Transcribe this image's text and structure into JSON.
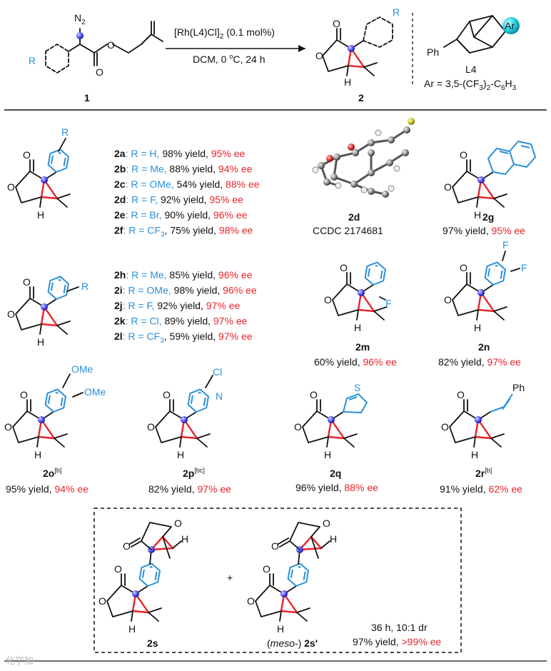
{
  "colors": {
    "accent_blue": "#2b8fd8",
    "ee_red": "#e8242a",
    "atom_sphere": "#3b3bff"
  },
  "reaction": {
    "reagent_label": "1",
    "reagent_n2": "N",
    "reagent_n2_sub": "2",
    "reagent_r": "R",
    "catalyst_main": "[Rh(L4)Cl]",
    "catalyst_sub": "2",
    "catalyst_loading": " (0.1 mol%)",
    "conditions_a": "DCM, 0 ",
    "conditions_deg": "o",
    "conditions_b": "C, 24 h",
    "product_label": "2",
    "product_r": "R",
    "ligand_ar": "Ar",
    "ligand_ph": "Ph",
    "ligand_name": "L4",
    "ligand_def_a": "Ar = 3,5-(CF",
    "ligand_def_sub1": "3",
    "ligand_def_b": ")",
    "ligand_def_sub2": "2",
    "ligand_def_c": "-C",
    "ligand_def_sub3": "6",
    "ligand_def_d": "H",
    "ligand_def_sub4": "3"
  },
  "atom_labels": {
    "O": "O",
    "H": "H",
    "R": "R",
    "F": "F",
    "OMe": "OMe",
    "N": "N",
    "Cl": "Cl",
    "S": "S",
    "Ph": "Ph"
  },
  "para_series": [
    {
      "id": "2a",
      "r_label": ": R = H, ",
      "r_sub": "",
      "r_tail": "",
      "yield": "98% yield, ",
      "ee": "95% ee"
    },
    {
      "id": "2b",
      "r_label": ": R = Me, ",
      "r_sub": "",
      "r_tail": "",
      "yield": "88% yield, ",
      "ee": "94% ee"
    },
    {
      "id": "2c",
      "r_label": ": R = OMe, ",
      "r_sub": "",
      "r_tail": "",
      "yield": "54% yield, ",
      "ee": "88% ee"
    },
    {
      "id": "2d",
      "r_label": ": R = F, ",
      "r_sub": "",
      "r_tail": "",
      "yield": "92% yield, ",
      "ee": "95% ee"
    },
    {
      "id": "2e",
      "r_label": ": R = Br, ",
      "r_sub": "",
      "r_tail": "",
      "yield": "90% yield, ",
      "ee": "96% ee"
    },
    {
      "id": "2f",
      "r_label": ": R = CF",
      "r_sub": "3",
      "r_tail": ", ",
      "yield": "75% yield, ",
      "ee": "98% ee"
    }
  ],
  "meta_series": [
    {
      "id": "2h",
      "r_label": ": R = Me, ",
      "r_sub": "",
      "r_tail": "",
      "yield": "85% yield, ",
      "ee": "96% ee"
    },
    {
      "id": "2i",
      "r_label": ": R = OMe, ",
      "r_sub": "",
      "r_tail": "",
      "yield": "98% yield, ",
      "ee": "96% ee"
    },
    {
      "id": "2j",
      "r_label": ": R = F, ",
      "r_sub": "",
      "r_tail": "",
      "yield": "92% yield, ",
      "ee": "97% ee"
    },
    {
      "id": "2k",
      "r_label": ": R = Cl, ",
      "r_sub": "",
      "r_tail": "",
      "yield": "89% yield, ",
      "ee": "97% ee"
    },
    {
      "id": "2l",
      "r_label": ": R = CF",
      "r_sub": "3",
      "r_tail": ", ",
      "yield": "59% yield, ",
      "ee": "97% ee"
    }
  ],
  "crystal": {
    "id": "2d",
    "ccdc": "CCDC 2174681"
  },
  "compounds": {
    "2g": {
      "id": "2g",
      "sup": "",
      "yield": "97% yield, ",
      "ee": "95% ee"
    },
    "2m": {
      "id": "2m",
      "sup": "",
      "yield": "60% yield, ",
      "ee": "96% ee"
    },
    "2n": {
      "id": "2n",
      "sup": "",
      "yield": "82% yield, ",
      "ee": "97% ee"
    },
    "2o": {
      "id": "2o",
      "sup": "[b]",
      "yield": "95% yield, ",
      "ee": "94% ee"
    },
    "2p": {
      "id": "2p",
      "sup": "[bc]",
      "yield": "82% yield, ",
      "ee": "97% ee"
    },
    "2q": {
      "id": "2q",
      "sup": "",
      "yield": "96% yield, ",
      "ee": "88% ee"
    },
    "2r": {
      "id": "2r",
      "sup": "[b]",
      "yield": "91% yield, ",
      "ee": "62% ee"
    }
  },
  "dimer": {
    "plus": "+",
    "id_a": "2s",
    "meso_open": "(",
    "meso_word": "meso",
    "meso_close": "-) ",
    "id_b": "2s'",
    "conditions": "36 h, 10:1 dr",
    "yield": "97% yield, ",
    "ee": ">99% ee"
  },
  "watermark": "化学加"
}
